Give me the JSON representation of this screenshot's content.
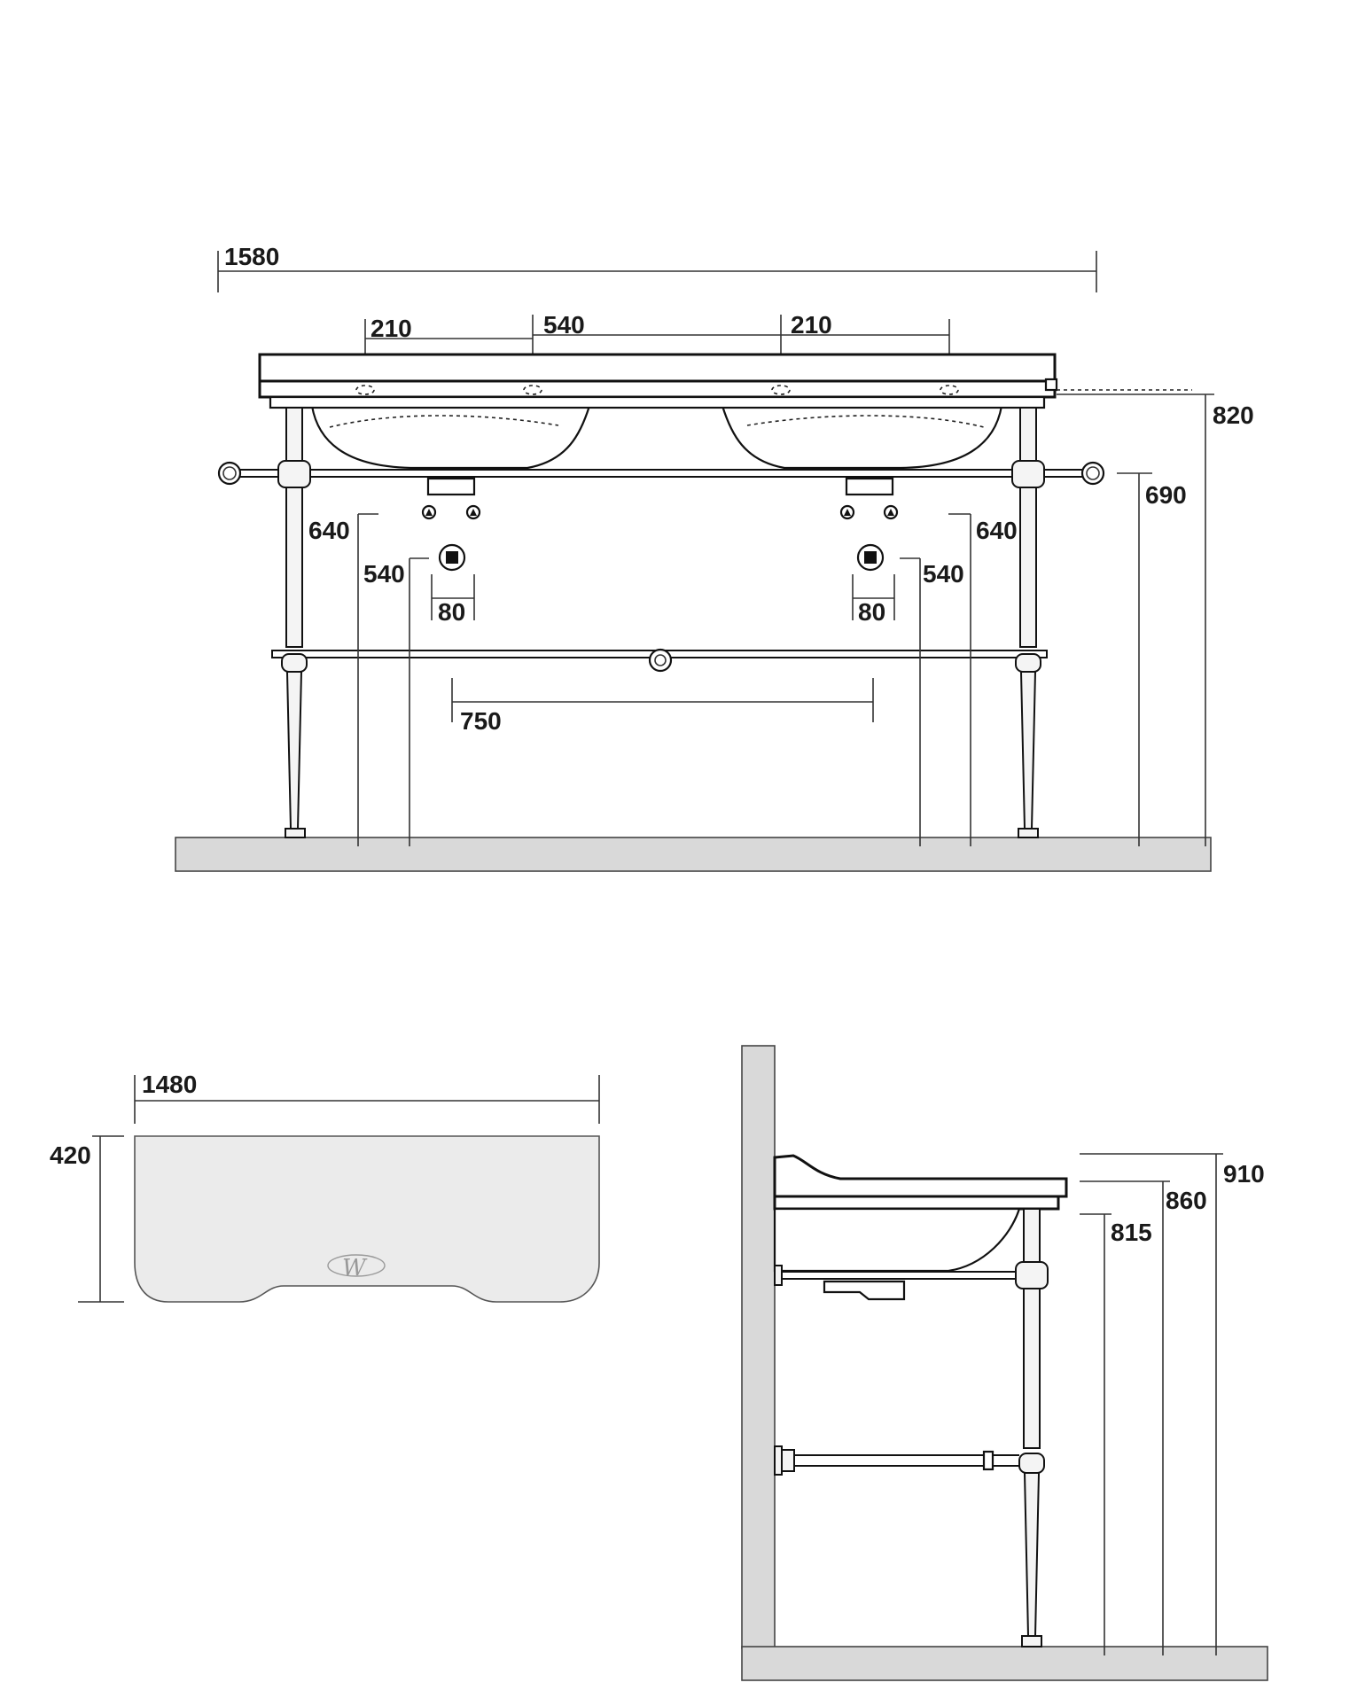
{
  "front_view": {
    "dims": {
      "overall_width": "1580",
      "tap_left_offset": "210",
      "tap_center_distance": "540",
      "tap_right_offset": "210",
      "height_top": "820",
      "height_rail": "690",
      "left_supply_height": "640",
      "left_waste_height": "540",
      "left_waste_width": "80",
      "right_supply_height": "640",
      "right_waste_height": "540",
      "right_waste_width": "80",
      "waste_spacing": "750"
    }
  },
  "top_view": {
    "dims": {
      "width": "1480",
      "depth": "420"
    },
    "logo": "W"
  },
  "side_view": {
    "dims": {
      "height_910": "910",
      "height_860": "860",
      "height_815": "815"
    }
  },
  "colors": {
    "line": "#111111",
    "floor_wall": "#d9d9d9",
    "basin_top_view": "#ebebeb"
  }
}
